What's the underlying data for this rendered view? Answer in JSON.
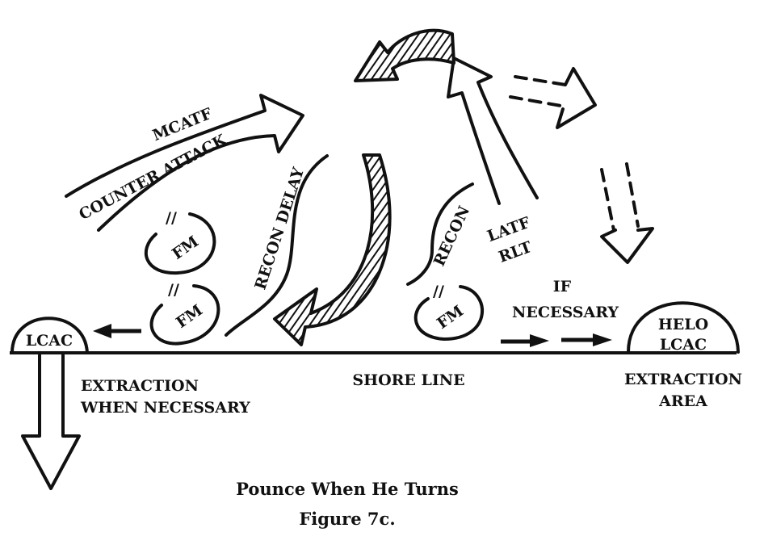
{
  "labels": {
    "mcatf": "MCATF",
    "counter_attack": "COUNTER ATTACK",
    "recon_delay": "RECON DELAY",
    "recon": "RECON",
    "latf": "LATF",
    "rlt": "RLT",
    "fm": "FM",
    "if": "IF",
    "necessary": "NECESSARY",
    "lcac": "LCAC",
    "helo": "HELO",
    "helo_lcac": "LCAC",
    "extraction_when_1": "EXTRACTION",
    "extraction_when_2": "WHEN NECESSARY",
    "shore_line": "SHORE LINE",
    "extraction_area_1": "EXTRACTION",
    "extraction_area_2": "AREA"
  },
  "caption": {
    "title": "Pounce When He Turns",
    "figure": "Figure 7c."
  }
}
